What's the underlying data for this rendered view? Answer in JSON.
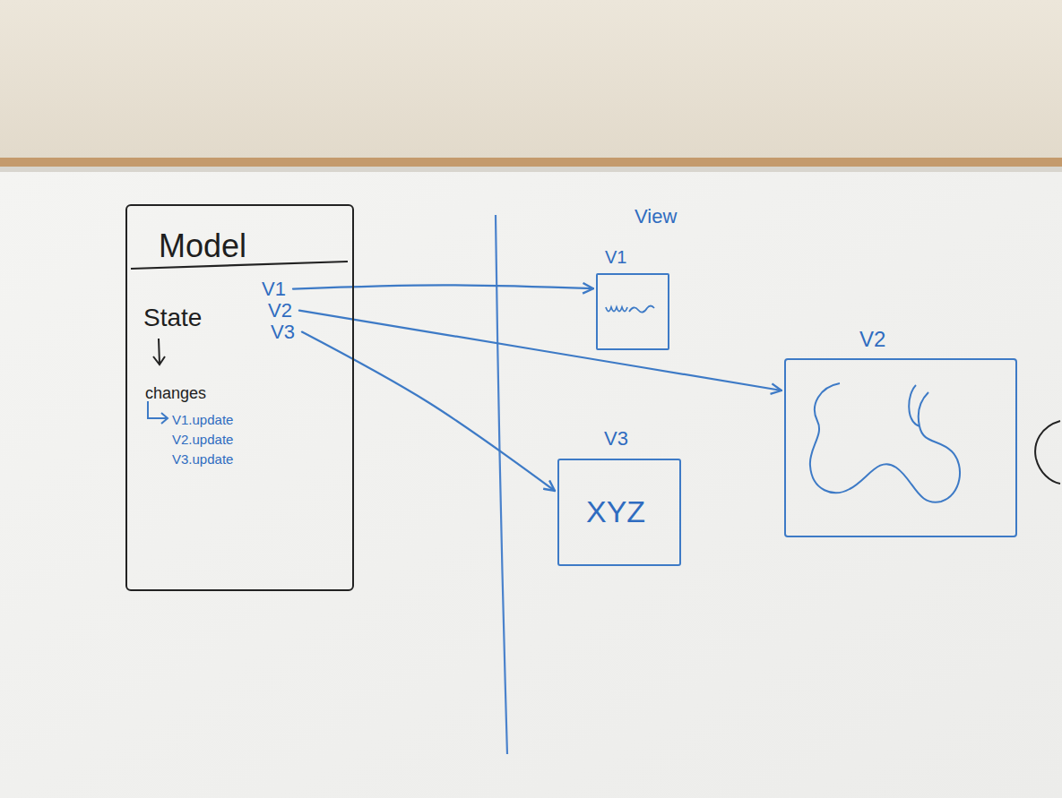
{
  "diagram": {
    "nodes": [
      {
        "text": [
          "Model",
          "State",
          "changes",
          "V1.update V2.update V3.update"
        ]
      },
      {
        "text": [
          "V1"
        ],
        "in": 0
      },
      {
        "text": [
          "V2"
        ],
        "in": 0
      },
      {
        "text": [
          "V3"
        ],
        "in": 0
      },
      {
        "text": [
          "V1"
        ]
      },
      {
        "text": [
          "V2"
        ]
      },
      {
        "text": [
          "V3",
          "XYZ"
        ]
      }
    ],
    "edges": [
      {
        "from": 1,
        "to": 4,
        "arrow": "to"
      },
      {
        "from": 2,
        "to": 5,
        "arrow": "to"
      },
      {
        "from": 3,
        "to": 6,
        "arrow": "to"
      }
    ],
    "labels": [
      "View"
    ]
  }
}
